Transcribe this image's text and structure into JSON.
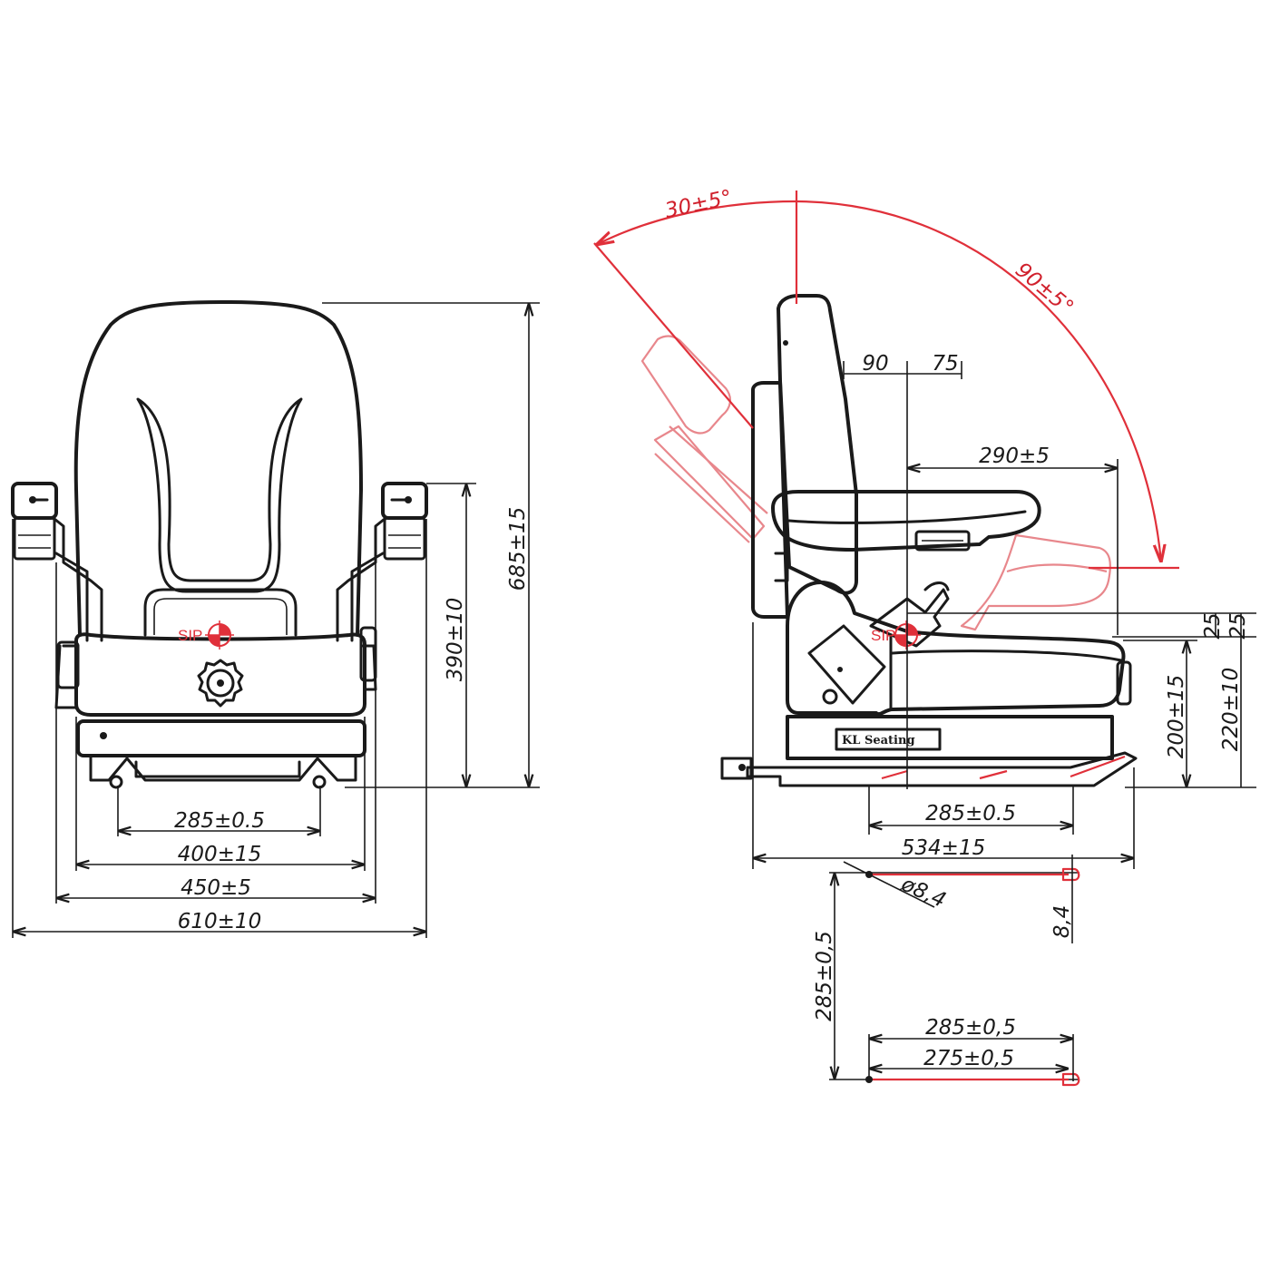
{
  "front_view": {
    "width_seat_mount": "285±0.5",
    "width_cushion": "400±15",
    "width_inner": "450±5",
    "width_overall": "610±10",
    "height_armrest": "390±10",
    "height_overall": "685±15",
    "sip_label": "SIP"
  },
  "side_view": {
    "backrest_fold_angle": "30±5°",
    "backrest_recline_angle": "90±5°",
    "offset_a": "90",
    "offset_b": "75",
    "armrest_length": "290±5",
    "height_25a": "25",
    "height_25b": "25",
    "height_seat": "200±15",
    "height_seat_total": "220±10",
    "mount_spacing": "285±0.5",
    "depth_overall": "534±15",
    "sip_label": "SIP",
    "brand": "KL Seating"
  },
  "mount_pattern": {
    "hole_diameter": "ø8,4",
    "slot_width": "8,4",
    "length": "285±0,5",
    "spacing_outer": "285±0,5",
    "spacing_inner": "275±0,5"
  },
  "colors": {
    "line": "#1a1a1a",
    "accent": "#e0303a",
    "ghost": "#e8878c"
  }
}
